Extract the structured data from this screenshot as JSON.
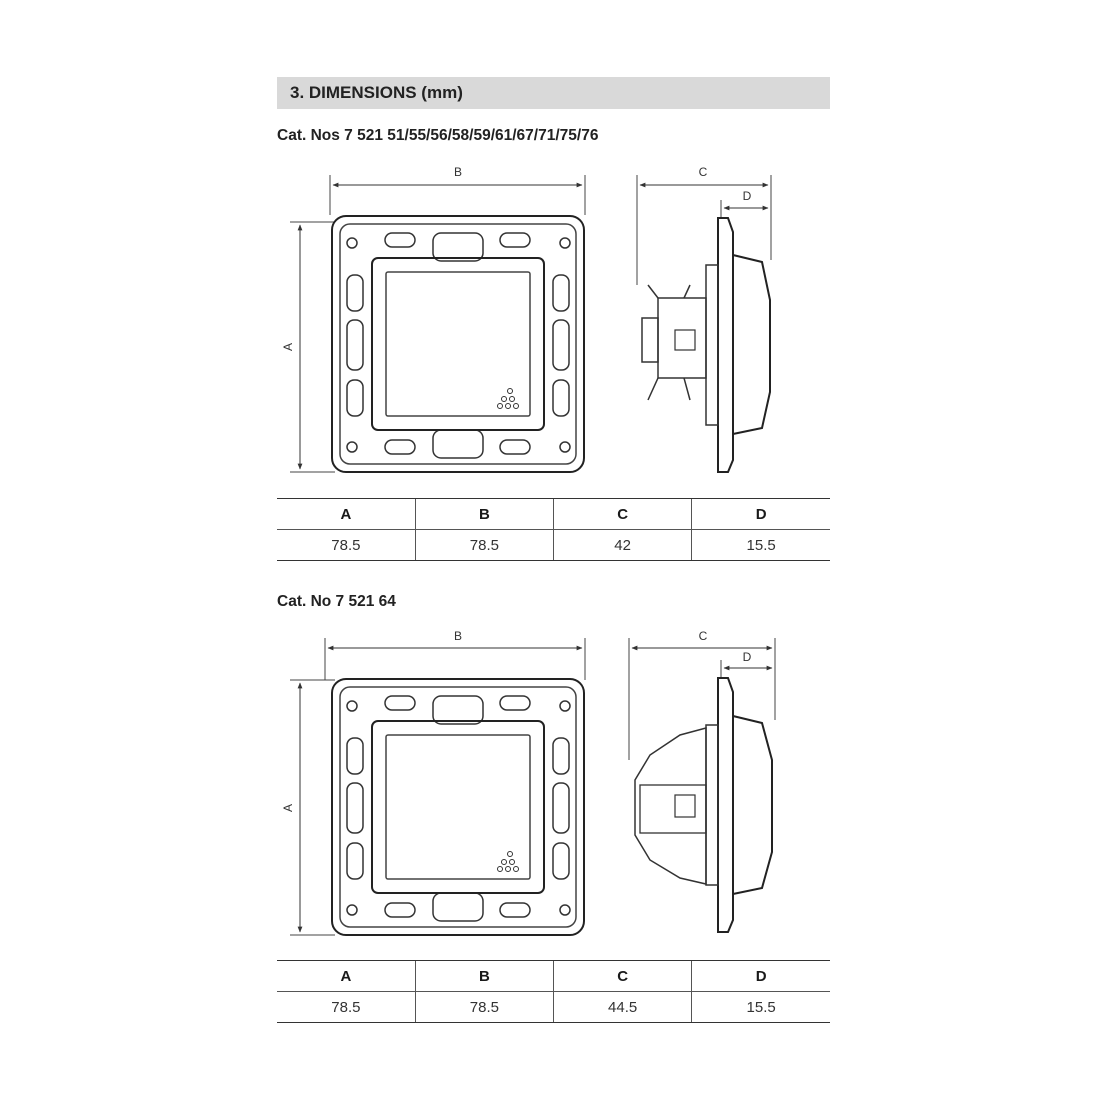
{
  "section": {
    "title": "3. DIMENSIONS (mm)"
  },
  "products": [
    {
      "title": "Cat. Nos 7 521 51/55/56/58/59/61/67/71/75/76",
      "dim_labels": {
        "a": "A",
        "b": "B",
        "c": "C",
        "d": "D"
      },
      "table": {
        "headers": [
          "A",
          "B",
          "C",
          "D"
        ],
        "values": [
          "78.5",
          "78.5",
          "42",
          "15.5"
        ]
      }
    },
    {
      "title": "Cat. No 7 521 64",
      "dim_labels": {
        "a": "A",
        "b": "B",
        "c": "C",
        "d": "D"
      },
      "table": {
        "headers": [
          "A",
          "B",
          "C",
          "D"
        ],
        "values": [
          "78.5",
          "78.5",
          "44.5",
          "15.5"
        ]
      }
    }
  ]
}
